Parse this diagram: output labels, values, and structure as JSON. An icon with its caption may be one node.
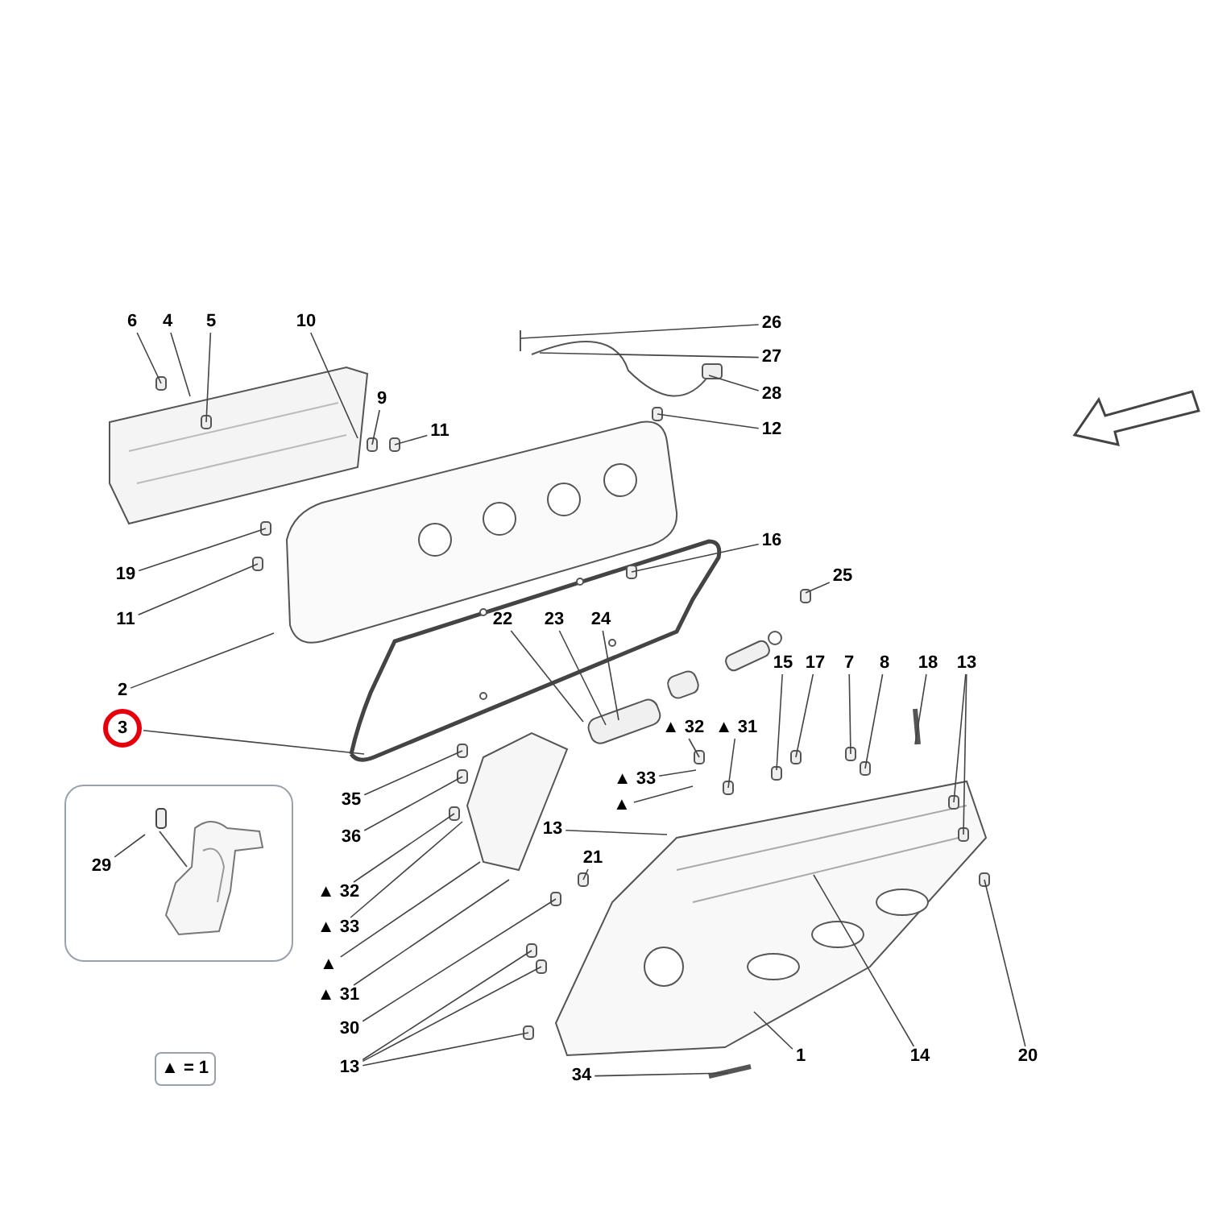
{
  "diagram": {
    "nodes": [
      {
        "text": [
          "6"
        ]
      },
      {
        "text": [
          "4"
        ]
      },
      {
        "text": [
          "5"
        ]
      },
      {
        "text": [
          "10"
        ]
      },
      {
        "text": [
          "9"
        ]
      },
      {
        "text": [
          "11"
        ]
      },
      {
        "text": [
          "26"
        ]
      },
      {
        "text": [
          "27"
        ]
      },
      {
        "text": [
          "28"
        ]
      },
      {
        "text": [
          "12"
        ]
      },
      {
        "text": [
          "19"
        ]
      },
      {
        "text": [
          "11"
        ]
      },
      {
        "text": [
          "16"
        ]
      },
      {
        "text": [
          "25"
        ]
      },
      {
        "text": [
          "2"
        ]
      },
      {
        "text": [
          "3"
        ]
      },
      {
        "text": [
          "22"
        ]
      },
      {
        "text": [
          "23"
        ]
      },
      {
        "text": [
          "24"
        ]
      },
      {
        "text": [
          "15"
        ]
      },
      {
        "text": [
          "17"
        ]
      },
      {
        "text": [
          "7"
        ]
      },
      {
        "text": [
          "8"
        ]
      },
      {
        "text": [
          "18"
        ]
      },
      {
        "text": [
          "13"
        ]
      },
      {
        "text": [
          "▲ 32"
        ]
      },
      {
        "text": [
          "▲ 31"
        ]
      },
      {
        "text": [
          "▲ 33"
        ]
      },
      {
        "text": [
          "▲"
        ]
      },
      {
        "text": [
          "13"
        ]
      },
      {
        "text": [
          "21"
        ]
      },
      {
        "text": [
          "35"
        ]
      },
      {
        "text": [
          "36"
        ]
      },
      {
        "text": [
          "▲ 32"
        ]
      },
      {
        "text": [
          "▲ 33"
        ]
      },
      {
        "text": [
          "▲"
        ]
      },
      {
        "text": [
          "▲ 31"
        ]
      },
      {
        "text": [
          "30"
        ]
      },
      {
        "text": [
          "13"
        ]
      },
      {
        "text": [
          "34"
        ]
      },
      {
        "text": [
          "1"
        ]
      },
      {
        "text": [
          "14"
        ]
      },
      {
        "text": [
          "20"
        ]
      },
      {
        "text": [],
        "shape": "box"
      },
      {
        "text": [
          "29"
        ],
        "in": 43
      }
    ],
    "edges": [
      {
        "from": 0,
        "to": null,
        "arrow": "none"
      },
      {
        "from": 1,
        "to": null,
        "arrow": "none"
      },
      {
        "from": 2,
        "to": null,
        "arrow": "none"
      },
      {
        "from": 3,
        "to": null,
        "arrow": "none"
      },
      {
        "from": 4,
        "to": null,
        "arrow": "none"
      },
      {
        "from": 5,
        "to": null,
        "arrow": "none"
      },
      {
        "from": 6,
        "to": null,
        "arrow": "none"
      },
      {
        "from": 7,
        "to": null,
        "arrow": "none"
      },
      {
        "from": 8,
        "to": null,
        "arrow": "none"
      },
      {
        "from": 9,
        "to": null,
        "arrow": "none"
      },
      {
        "from": 10,
        "to": null,
        "arrow": "none"
      },
      {
        "from": 11,
        "to": null,
        "arrow": "none"
      },
      {
        "from": 12,
        "to": null,
        "arrow": "none"
      },
      {
        "from": 13,
        "to": null,
        "arrow": "none"
      },
      {
        "from": 14,
        "to": null,
        "arrow": "none"
      },
      {
        "from": 15,
        "to": null,
        "arrow": "none"
      },
      {
        "from": 16,
        "to": null,
        "arrow": "none"
      },
      {
        "from": 17,
        "to": null,
        "arrow": "none"
      },
      {
        "from": 18,
        "to": null,
        "arrow": "none"
      },
      {
        "from": 19,
        "to": null,
        "arrow": "none"
      },
      {
        "from": 20,
        "to": null,
        "arrow": "none"
      },
      {
        "from": 21,
        "to": null,
        "arrow": "none"
      },
      {
        "from": 22,
        "to": null,
        "arrow": "none"
      },
      {
        "from": 23,
        "to": null,
        "arrow": "none"
      },
      {
        "from": 24,
        "to": null,
        "arrow": "none"
      },
      {
        "from": 24,
        "to": null,
        "arrow": "none"
      },
      {
        "from": 25,
        "to": null,
        "arrow": "none"
      },
      {
        "from": 26,
        "to": null,
        "arrow": "none"
      },
      {
        "from": 27,
        "to": null,
        "arrow": "none"
      },
      {
        "from": 28,
        "to": null,
        "arrow": "none"
      },
      {
        "from": 29,
        "to": null,
        "arrow": "none"
      },
      {
        "from": 30,
        "to": null,
        "arrow": "none"
      },
      {
        "from": 31,
        "to": null,
        "arrow": "none"
      },
      {
        "from": 32,
        "to": null,
        "arrow": "none"
      },
      {
        "from": 33,
        "to": null,
        "arrow": "none"
      },
      {
        "from": 34,
        "to": null,
        "arrow": "none"
      },
      {
        "from": 35,
        "to": null,
        "arrow": "none"
      },
      {
        "from": 36,
        "to": null,
        "arrow": "none"
      },
      {
        "from": 37,
        "to": null,
        "arrow": "none"
      },
      {
        "from": 38,
        "to": null,
        "arrow": "none"
      },
      {
        "from": 38,
        "to": null,
        "arrow": "none"
      },
      {
        "from": 38,
        "to": null,
        "arrow": "none"
      },
      {
        "from": 39,
        "to": null,
        "arrow": "none"
      },
      {
        "from": 40,
        "to": null,
        "arrow": "none"
      },
      {
        "from": 41,
        "to": null,
        "arrow": "none"
      },
      {
        "from": 42,
        "to": null,
        "arrow": "none"
      },
      {
        "from": 44,
        "to": null,
        "arrow": "none"
      }
    ],
    "labels": [
      "▲ = 1"
    ]
  }
}
